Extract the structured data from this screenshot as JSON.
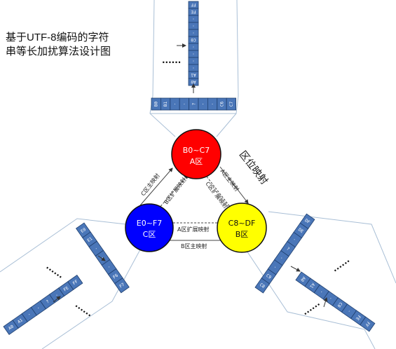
{
  "title": {
    "line1": "基于UTF-8编码的字符",
    "line2": "串等长加扰算法设计图"
  },
  "regions": {
    "a": {
      "range": "B0~C7",
      "name": "A区",
      "color": "#ff0000"
    },
    "b": {
      "range": "C8~DF",
      "name": "B区",
      "color": "#ffff00"
    },
    "c": {
      "range": "E0~F7",
      "name": "C区",
      "color": "#0000ff"
    }
  },
  "edges": {
    "c_main": "C区主映射",
    "c_ext": "B区扩展映射",
    "a_main": "A区主映射",
    "b_ext": "C区扩展映射",
    "a_ext": "A区扩展映射",
    "b_main": "B区主映射"
  },
  "mapping_label": "区位映射",
  "top_panel": {
    "horizontal_cells": [
      "B0",
      "B1",
      "",
      "",
      "?",
      "",
      "",
      "C6",
      "C7"
    ],
    "vertical_cells": [
      "FF",
      "FE",
      "",
      "",
      "",
      "C0",
      "",
      "",
      "",
      "",
      "A1",
      "A0"
    ],
    "dots": "......"
  },
  "left_panel": {
    "cells_a": [
      "E0",
      "E1",
      "",
      "",
      "",
      "F6",
      "F7"
    ],
    "cells_b": [
      "A0",
      "A1",
      "",
      "",
      "?",
      "",
      "FE",
      "FF"
    ],
    "dots": "......"
  },
  "right_panel": {
    "cells_a": [
      "C8",
      "C9",
      "",
      "",
      "?",
      "",
      "DE",
      "DF"
    ],
    "cells_b": [
      "A0",
      "A1",
      "",
      "",
      "C0",
      "",
      "FE",
      "FF"
    ],
    "dots": "......"
  },
  "colors": {
    "cell_fill": "#4a76b8",
    "cell_stroke": "#1f3f6e",
    "panel_line": "#a9bfd6"
  }
}
